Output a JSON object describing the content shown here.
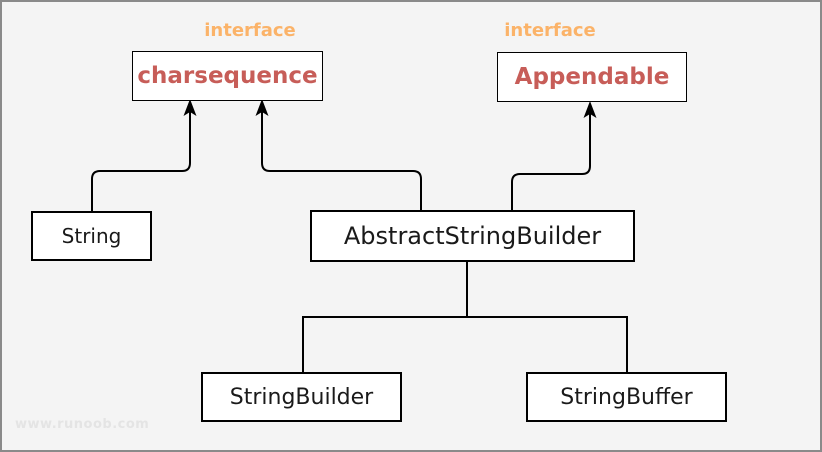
{
  "colors": {
    "background": "#f4f4f4",
    "frame_border": "#8a8a8a",
    "box_bg": "#ffffff",
    "box_border": "#000000",
    "line": "#000000",
    "interface_label": "#fbb369",
    "interface_text": "#c75d58",
    "class_text": "#1a1a1a",
    "watermark": "#e4e4e4"
  },
  "diagram": {
    "interface_labels": [
      {
        "text": "interface"
      },
      {
        "text": "interface"
      }
    ],
    "nodes": [
      {
        "id": "charsequence",
        "label": "charsequence",
        "kind": "interface"
      },
      {
        "id": "appendable",
        "label": "Appendable",
        "kind": "interface"
      },
      {
        "id": "string",
        "label": "String",
        "kind": "class"
      },
      {
        "id": "abstract_string_builder",
        "label": "AbstractStringBuilder",
        "kind": "class"
      },
      {
        "id": "string_builder",
        "label": "StringBuilder",
        "kind": "class"
      },
      {
        "id": "string_buffer",
        "label": "StringBuffer",
        "kind": "class"
      }
    ],
    "edges": [
      {
        "from": "String",
        "to": "charsequence",
        "style": "arrow-up"
      },
      {
        "from": "AbstractStringBuilder",
        "to": "charsequence",
        "style": "arrow-up"
      },
      {
        "from": "AbstractStringBuilder",
        "to": "Appendable",
        "style": "arrow-up"
      },
      {
        "from": "AbstractStringBuilder",
        "to": "StringBuilder",
        "style": "tree-line"
      },
      {
        "from": "AbstractStringBuilder",
        "to": "StringBuffer",
        "style": "tree-line"
      }
    ]
  },
  "watermark": "www.runoob.com"
}
